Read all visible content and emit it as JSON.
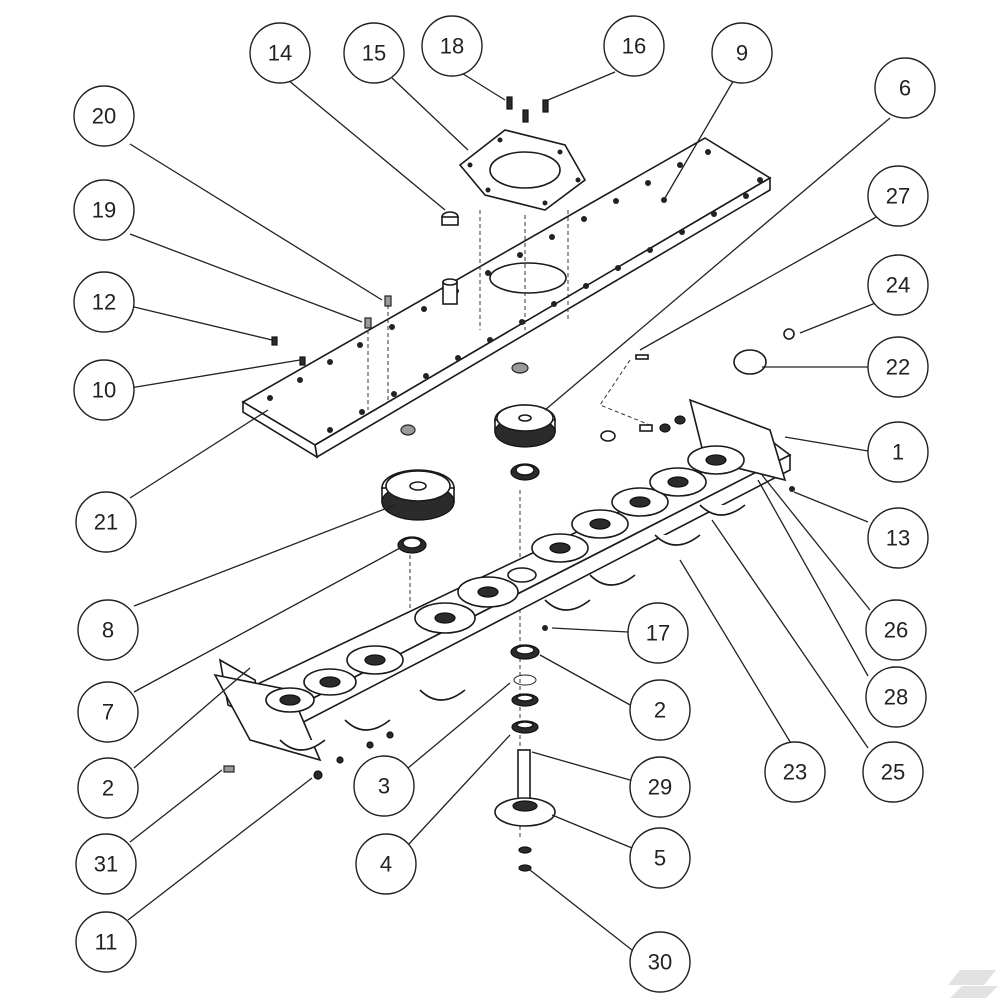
{
  "diagram": {
    "callouts": [
      {
        "id": "c14",
        "label": "14"
      },
      {
        "id": "c15",
        "label": "15"
      },
      {
        "id": "c18",
        "label": "18"
      },
      {
        "id": "c16",
        "label": "16"
      },
      {
        "id": "c9",
        "label": "9"
      },
      {
        "id": "c6",
        "label": "6"
      },
      {
        "id": "c20",
        "label": "20"
      },
      {
        "id": "c27",
        "label": "27"
      },
      {
        "id": "c19",
        "label": "19"
      },
      {
        "id": "c24",
        "label": "24"
      },
      {
        "id": "c12",
        "label": "12"
      },
      {
        "id": "c22",
        "label": "22"
      },
      {
        "id": "c10",
        "label": "10"
      },
      {
        "id": "c1",
        "label": "1"
      },
      {
        "id": "c21",
        "label": "21"
      },
      {
        "id": "c13",
        "label": "13"
      },
      {
        "id": "c8",
        "label": "8"
      },
      {
        "id": "c17",
        "label": "17"
      },
      {
        "id": "c26",
        "label": "26"
      },
      {
        "id": "c7",
        "label": "7"
      },
      {
        "id": "c2r",
        "label": "2"
      },
      {
        "id": "c28",
        "label": "28"
      },
      {
        "id": "c2l",
        "label": "2"
      },
      {
        "id": "c3",
        "label": "3"
      },
      {
        "id": "c29",
        "label": "29"
      },
      {
        "id": "c23",
        "label": "23"
      },
      {
        "id": "c25",
        "label": "25"
      },
      {
        "id": "c31",
        "label": "31"
      },
      {
        "id": "c4",
        "label": "4"
      },
      {
        "id": "c5",
        "label": "5"
      },
      {
        "id": "c11",
        "label": "11"
      },
      {
        "id": "c30",
        "label": "30"
      }
    ]
  },
  "colors": {
    "line": "#222222",
    "background": "#ffffff",
    "watermark": "#cfcfcf"
  },
  "watermark": {
    "icon": "brand-logo-icon"
  }
}
